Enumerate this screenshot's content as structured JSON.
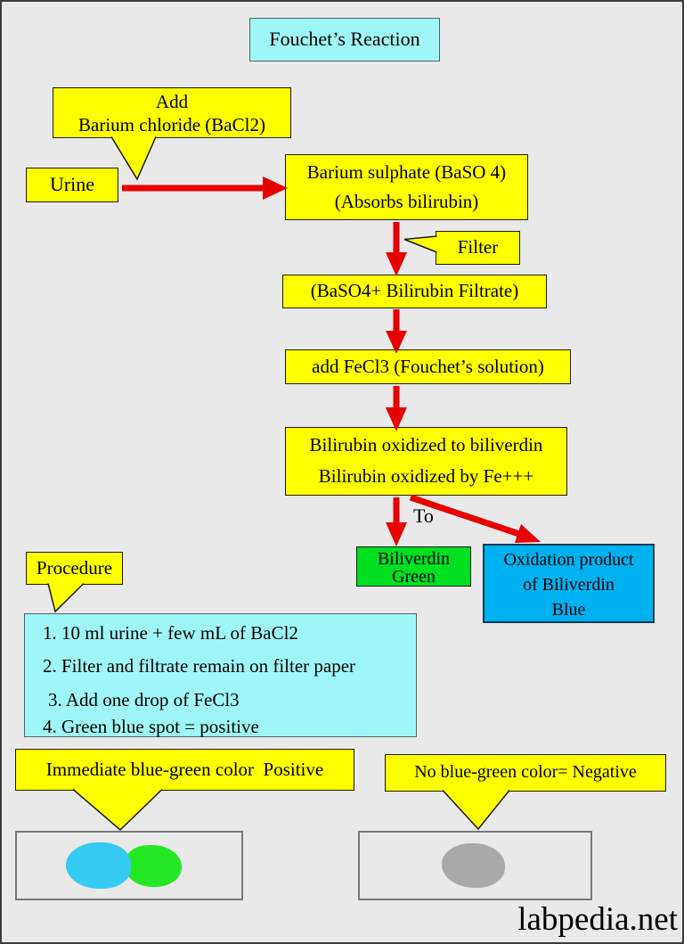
{
  "title": "Fouchet’s Reaction",
  "flow": {
    "add_bacl2": {
      "line1": "Add",
      "line2": "Barium chloride (BaCl2)"
    },
    "urine": "Urine",
    "baso4": {
      "line1": "Barium sulphate (BaSO 4)",
      "line2": "(Absorbs bilirubin)"
    },
    "filter": "Filter",
    "filtrate": "(BaSO4+ Bilirubin Filtrate)",
    "fecl3": "add FeCl3 (Fouchet’s solution)",
    "oxidized": {
      "line1": "Bilirubin oxidized to biliverdin",
      "line2": "Bilirubin oxidized by Fe+++"
    },
    "to_label": "To",
    "biliverdin_green": {
      "line1": "Biliverdin",
      "line2": "Green"
    },
    "oxidation_blue": {
      "line1": "Oxidation product",
      "line2": "of Biliverdin",
      "line3": "Blue"
    }
  },
  "procedure": {
    "label": "Procedure",
    "steps": [
      "1. 10 ml urine + few mL of BaCl2",
      "2. Filter and filtrate remain on filter paper",
      "3. Add one drop of FeCl3",
      "4. Green blue spot = positive"
    ]
  },
  "results": {
    "positive_label": "Immediate blue-green color  Positive",
    "negative_label": "No blue-green color= Negative"
  },
  "brand": "labpedia.net",
  "colors": {
    "box_yellow": "#FFFF00",
    "box_cyan": "#9FF6F6",
    "box_green": "#00DF20",
    "box_blue": "#00B1F0",
    "arrow_red": "#E60000",
    "spot_blue": "#35CBF2",
    "spot_green": "#25E825",
    "spot_gray": "#A9A9A9"
  }
}
